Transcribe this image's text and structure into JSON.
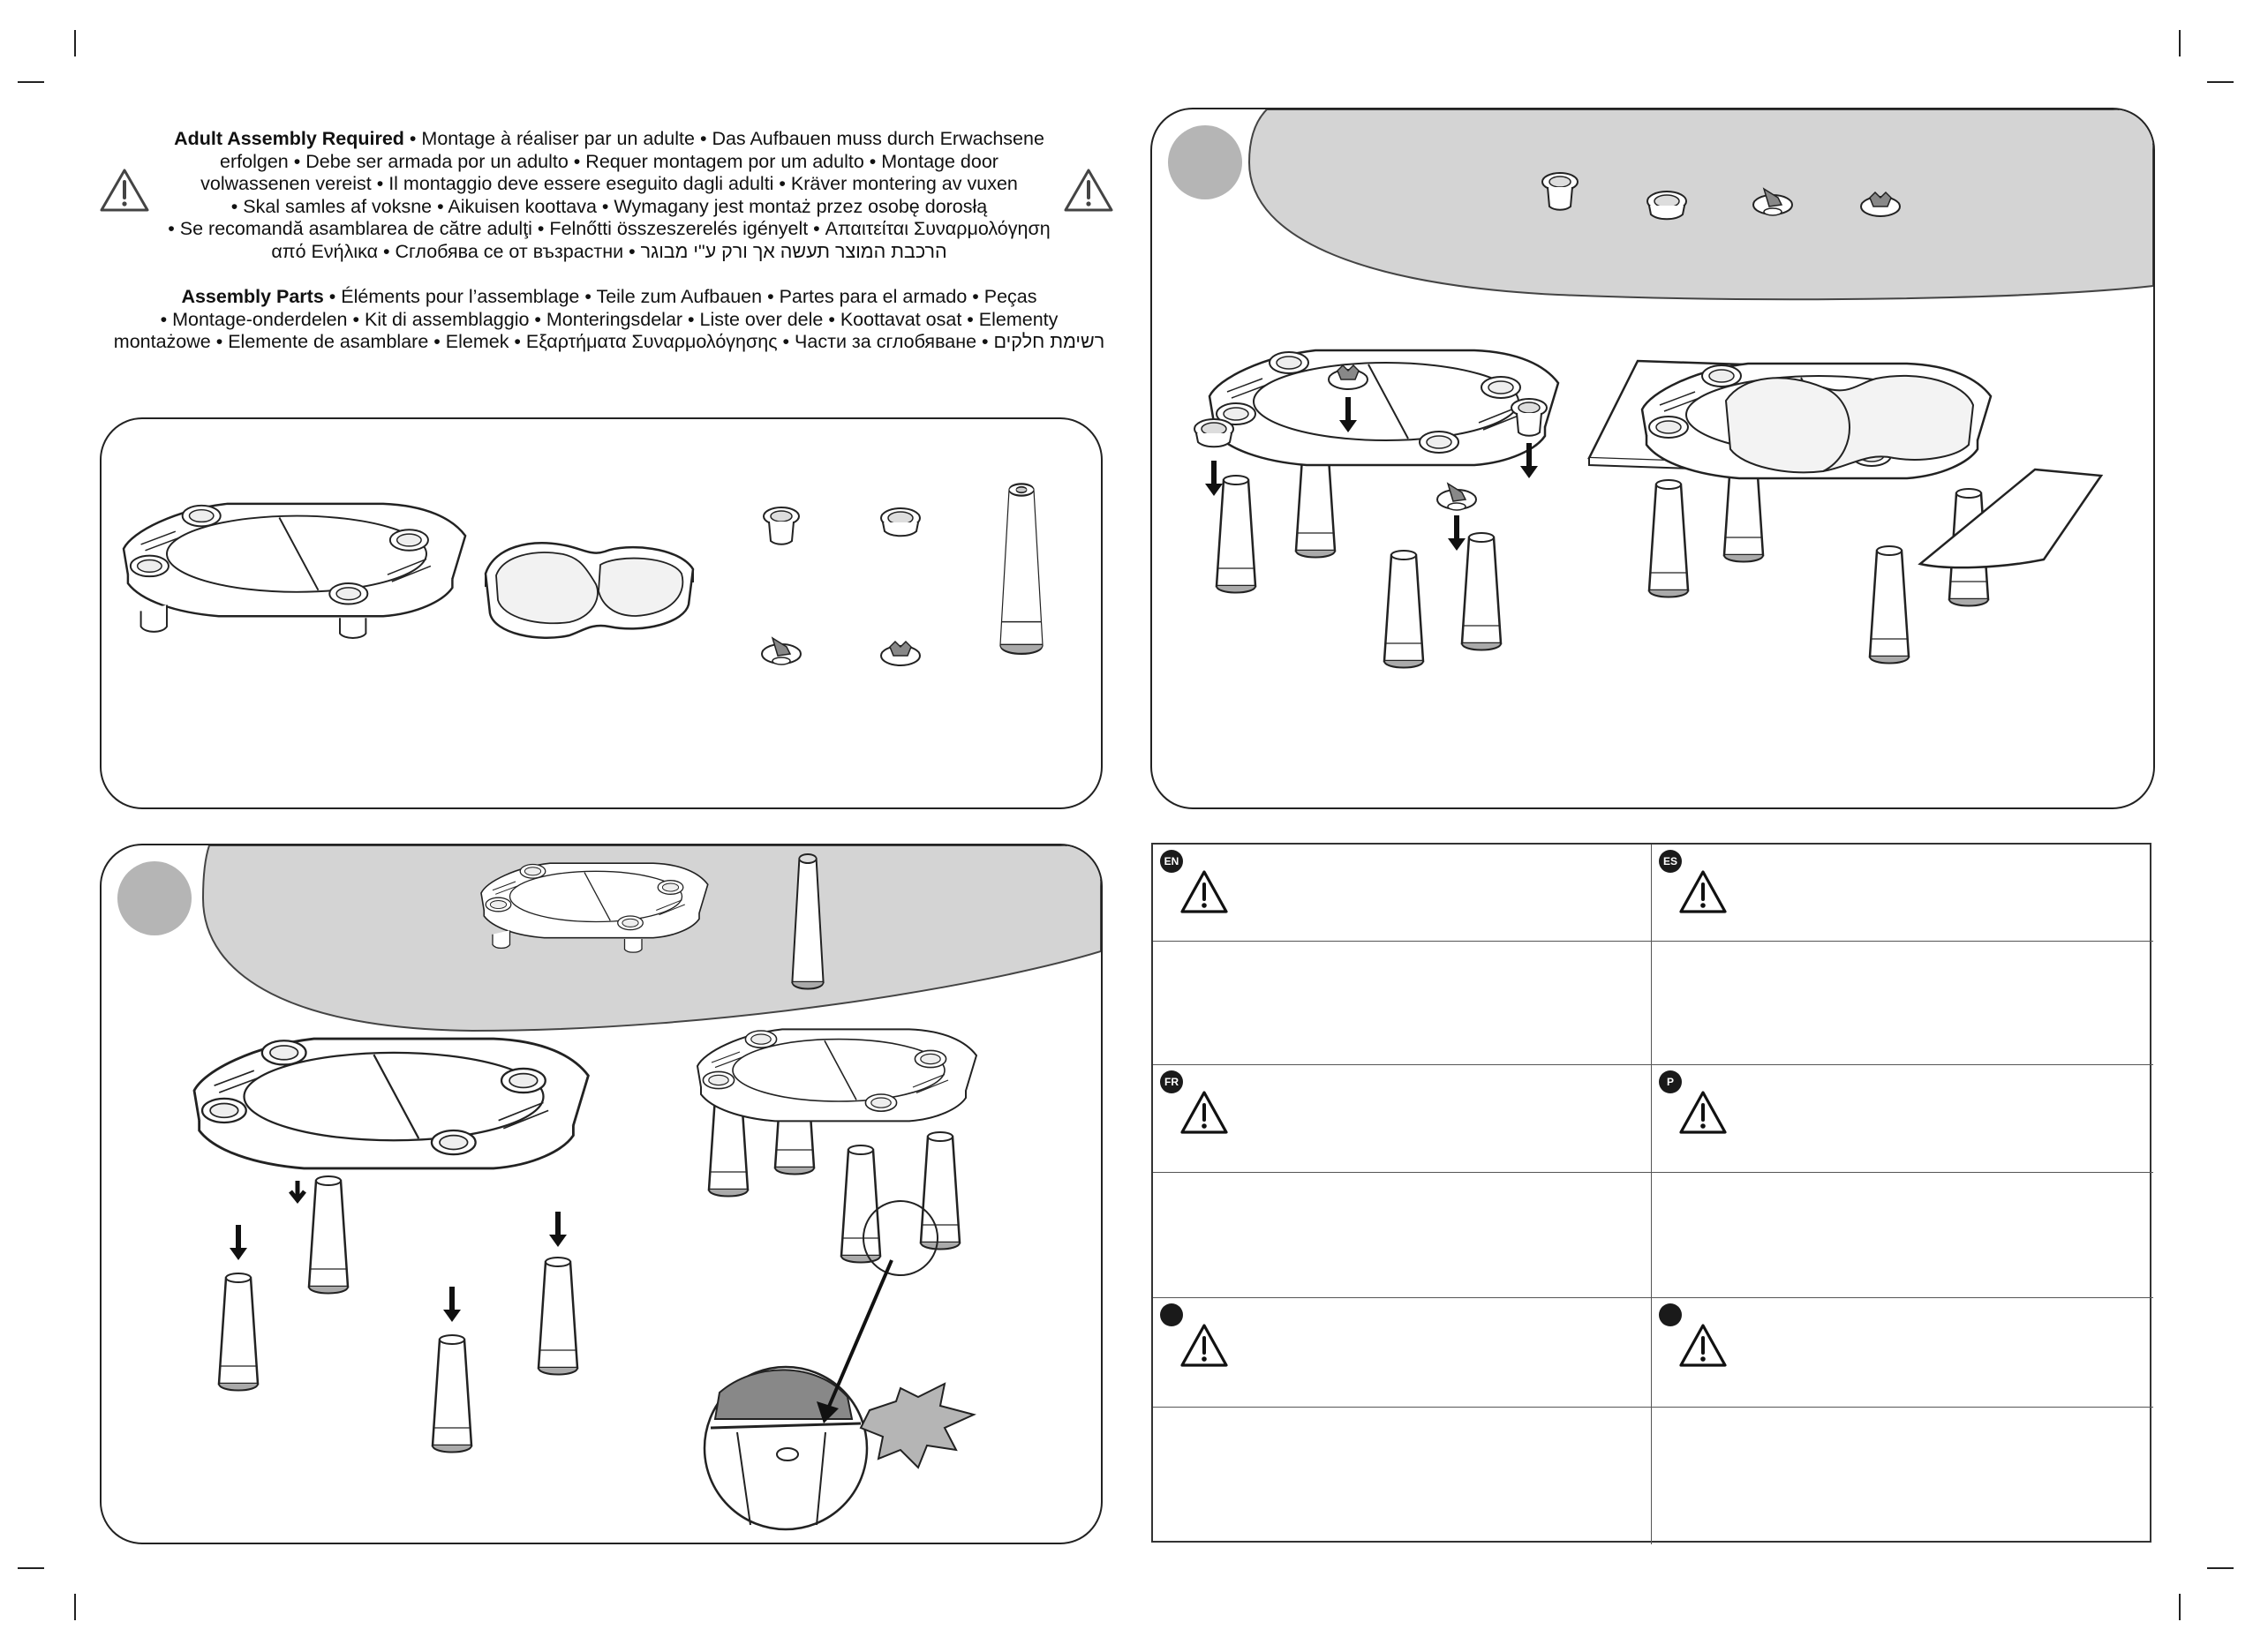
{
  "header": {
    "assembly_required": {
      "bold": "Adult Assembly Required",
      "lines": [
        " • Montage à réaliser par un adulte • Das Aufbauen muss durch Erwachsene",
        "erfolgen • Debe ser armada por un adulto • Requer montagem por um adulto • Montage door",
        "volwassenen vereist • Il montaggio deve essere eseguito dagli adulti • Kräver montering av vuxen",
        "• Skal samles af voksne • Aikuisen koottava • Wymagany jest montaż przez osobę dorosłą",
        "• Se recomandă asamblarea de către adulţi • Felnőtti összeszerelés igényelt • Απαιτείται Συναρμολόγηση",
        "από Ενήλικα • Сглобява се от възрастни  • הרכבת המוצר תעשה אך ורק ע\"י מבוגר"
      ]
    },
    "assembly_parts": {
      "bold": "Assembly Parts",
      "lines": [
        " • Éléments pour l’assemblage • Teile zum Aufbauen • Partes para el armado • Peças",
        "• Montage-onderdelen • Kit di assemblaggio • Monteringsdelar • Liste over dele • Koottavat osat • Elementy",
        "montażowe • Elemente de asamblare • Elemek • Εξαρτήματα Συναρμολόγησης • Части за сглобяване  • רשימת חלקים"
      ]
    }
  },
  "icons": {
    "warning_left": "warning-triangle-icon",
    "warning_right": "warning-triangle-icon",
    "panel_step": "step-circle-icon",
    "impact": "starburst-icon"
  },
  "warnings": {
    "badges": [
      {
        "code": "EN"
      },
      {
        "code": "ES"
      },
      {
        "code": "FR"
      },
      {
        "code": "P"
      },
      {
        "code": ""
      },
      {
        "code": ""
      }
    ]
  },
  "colors": {
    "banner_gray": "#d4d4d4",
    "step_circle": "#b5b5b5",
    "line": "#222222"
  }
}
